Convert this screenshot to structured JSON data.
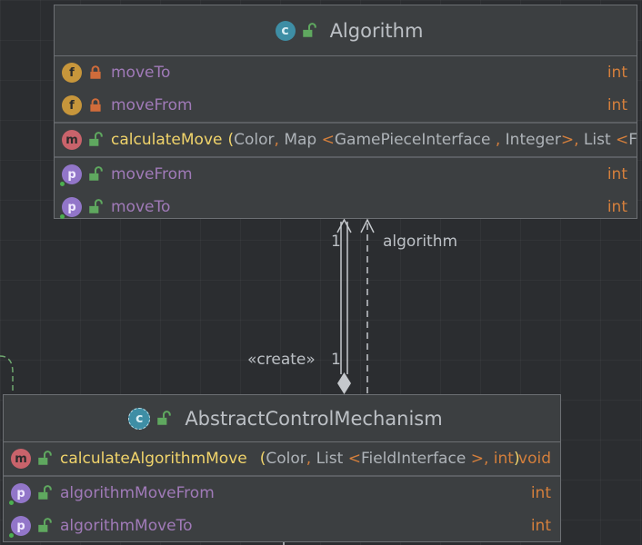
{
  "colors": {
    "background": "#2b2d30",
    "class_fill": "#3c3f41",
    "border": "#6c6f73",
    "field_name": "#a07ab8",
    "method_name": "#f1d46b",
    "type": "#d47f3c",
    "connector": "#c5c8cc"
  },
  "algorithm_class": {
    "icon": "class-icon",
    "badge": "c",
    "name": "Algorithm",
    "fields": [
      {
        "badge": "f",
        "visibility": "private",
        "name": "moveTo",
        "type": "int"
      },
      {
        "badge": "f",
        "visibility": "private",
        "name": "moveFrom",
        "type": "int"
      }
    ],
    "method": {
      "badge": "m",
      "name": "calculateMove",
      "open": "(",
      "p1": "Color",
      "comma": ",",
      "p2": "Map",
      "lt": "<",
      "p2a": "GamePieceInterface",
      "p2b": "Integer",
      "gt": ">",
      "p3": "List",
      "p3a": "Fie"
    },
    "properties": [
      {
        "badge": "p",
        "name": "moveFrom",
        "type": "int"
      },
      {
        "badge": "p",
        "name": "moveTo",
        "type": "int"
      }
    ]
  },
  "acm_class": {
    "icon": "abstract-class-icon",
    "badge": "c",
    "name": "AbstractControlMechanism",
    "method": {
      "badge": "m",
      "name": "calculateAlgorithmMove",
      "open": "(",
      "p1": "Color",
      "comma": ",",
      "p2": "List",
      "lt": "<",
      "p2a": "FieldInterface",
      "gt": ">",
      "p3": "int",
      "close": ")",
      "return": "void"
    },
    "properties": [
      {
        "badge": "p",
        "name": "algorithmMoveFrom",
        "type": "int"
      },
      {
        "badge": "p",
        "name": "algorithmMoveTo",
        "type": "int"
      }
    ]
  },
  "connectors": {
    "composition_top_multiplicity": "1",
    "role_label": "algorithm",
    "create_label": "«create»",
    "composition_bottom_multiplicity": "1"
  }
}
